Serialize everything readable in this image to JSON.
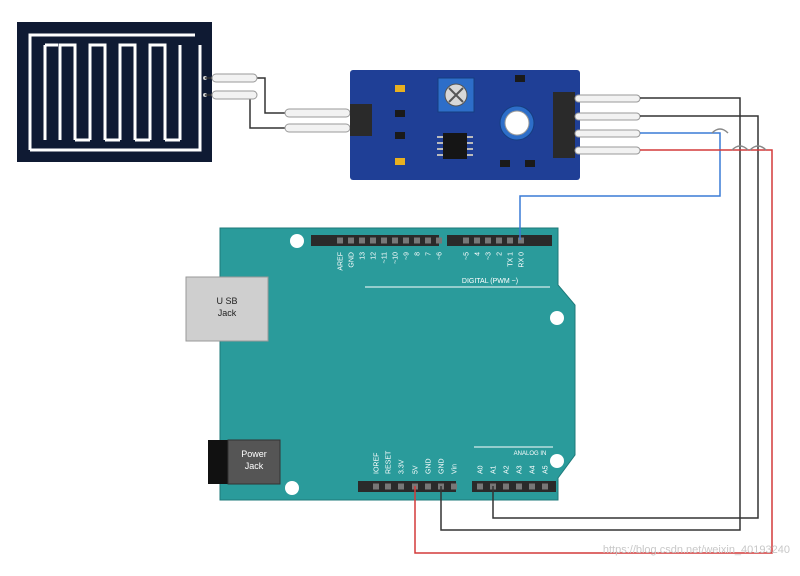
{
  "colors": {
    "board": "#2a9b9b",
    "board_edge": "#1d7a7a",
    "module": "#1f3f96",
    "rain_sensor": "#0f1a33",
    "wire_black": "#333333",
    "wire_blue": "#3a7bd5",
    "wire_red": "#d43a3a",
    "wire_gray": "#888888",
    "header": "#2a2a2a",
    "usb": "#cfcfcf",
    "jack": "#111111"
  },
  "icons": {
    "potentiometer": "potentiometer-icon",
    "chip": "chip-icon",
    "led": "led-icon"
  },
  "arduino": {
    "usb_label_line1": "U SB",
    "usb_label_line2": "Jack",
    "power_label_line1": "Power",
    "power_label_line2": "Jack",
    "digital_header_label": "DIGITAL (PWM ~)",
    "analog_header_label": "ANALOG IN",
    "digital_pins": [
      "AREF",
      "GND",
      "13",
      "12",
      "~11",
      "~10",
      "~9",
      "8",
      "7",
      "~6",
      "~5",
      "4",
      "~3",
      "2",
      "TX 1",
      "RX 0"
    ],
    "power_pins": [
      "IOREF",
      "RESET",
      "3.3V",
      "5V",
      "GND",
      "GND",
      "Vin"
    ],
    "analog_pins": [
      "A0",
      "A1",
      "A2",
      "A3",
      "A4",
      "A5"
    ]
  },
  "watermark": "https://blog.csdn.net/weixin_40193240"
}
